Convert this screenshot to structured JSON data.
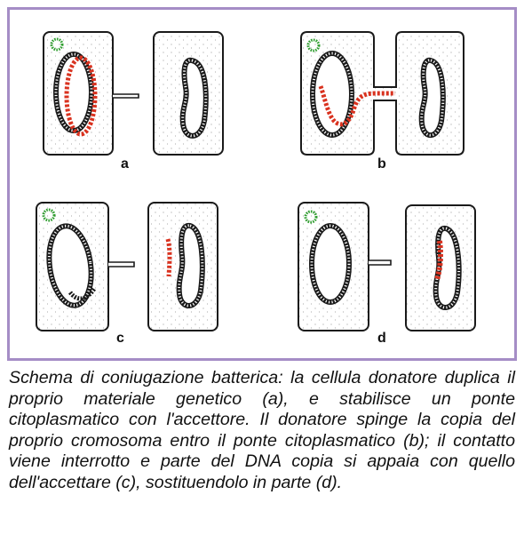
{
  "figure": {
    "panels": [
      {
        "label": "a"
      },
      {
        "label": "b"
      },
      {
        "label": "c"
      },
      {
        "label": "d"
      }
    ],
    "colors": {
      "frame": "#a58dc6",
      "cell_wall": "#1a1a1a",
      "cytoplasm_dots": "#777777",
      "donor_copy_dna": "#d9321f",
      "plasmid": "#2f9e2f"
    }
  },
  "caption": "Schema di coniugazione batterica: la cellula donatore duplica il proprio materiale genetico (a), e stabilisce un ponte citoplasmatico con l'accettore. Il donatore spinge la copia del proprio cromosoma entro il ponte citoplasmatico (b); il contatto viene interrotto e parte del DNA copia si appaia con quello dell'accettare (c), sostituendolo in parte (d)."
}
